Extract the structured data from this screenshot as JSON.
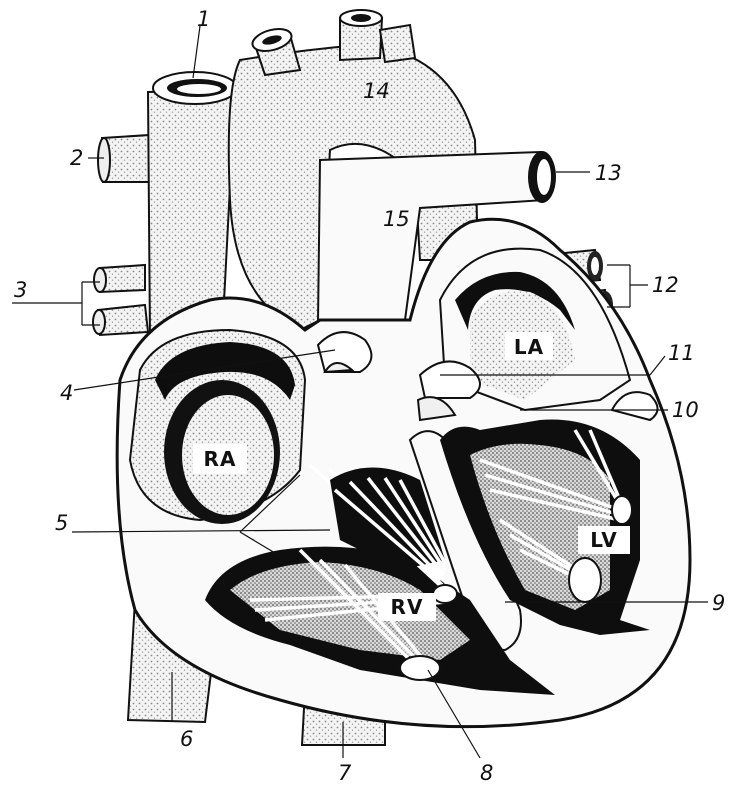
{
  "labels": {
    "n1": "1",
    "n2": "2",
    "n3": "3",
    "n4": "4",
    "n5": "5",
    "n6": "6",
    "n7": "7",
    "n8": "8",
    "n9": "9",
    "n10": "10",
    "n11": "11",
    "n12": "12",
    "n13": "13",
    "n14": "14",
    "n15": "15"
  },
  "chambers": {
    "ra": "RA",
    "la": "LA",
    "rv": "RV",
    "lv": "LV"
  },
  "colors": {
    "ink": "#111111",
    "paper": "#ffffff",
    "stipple": "#8a8a8a"
  }
}
